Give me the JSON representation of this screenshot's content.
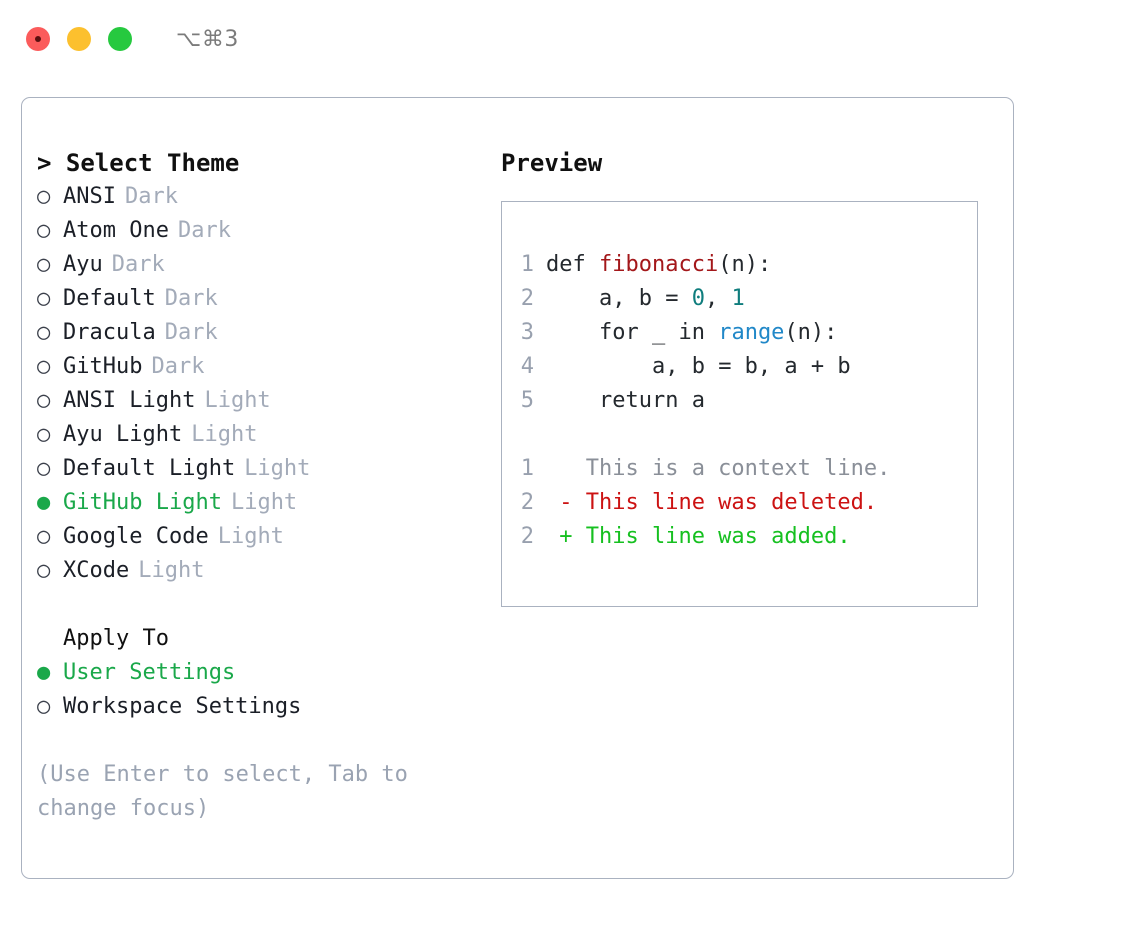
{
  "titlebar": {
    "shortcut": "⌥⌘3",
    "buttons": [
      {
        "name": "close",
        "color": "#fb5b5b"
      },
      {
        "name": "minimize",
        "color": "#fcc02e"
      },
      {
        "name": "maximize",
        "color": "#26c93f"
      }
    ]
  },
  "theme_picker": {
    "title": "> Select Theme",
    "marker_unselected": "○",
    "marker_selected": "●",
    "items": [
      {
        "label": "ANSI",
        "tag": "Dark",
        "selected": false
      },
      {
        "label": "Atom One",
        "tag": "Dark",
        "selected": false
      },
      {
        "label": "Ayu",
        "tag": "Dark",
        "selected": false
      },
      {
        "label": "Default",
        "tag": "Dark",
        "selected": false
      },
      {
        "label": "Dracula",
        "tag": "Dark",
        "selected": false
      },
      {
        "label": "GitHub",
        "tag": "Dark",
        "selected": false
      },
      {
        "label": "ANSI Light",
        "tag": "Light",
        "selected": false
      },
      {
        "label": "Ayu Light",
        "tag": "Light",
        "selected": false
      },
      {
        "label": "Default Light",
        "tag": "Light",
        "selected": false
      },
      {
        "label": "GitHub Light",
        "tag": "Light",
        "selected": true
      },
      {
        "label": "Google Code",
        "tag": "Light",
        "selected": false
      },
      {
        "label": "XCode",
        "tag": "Light",
        "selected": false
      }
    ]
  },
  "apply_to": {
    "title": "Apply To",
    "items": [
      {
        "label": "User Settings",
        "selected": true
      },
      {
        "label": "Workspace Settings",
        "selected": false
      }
    ]
  },
  "hint": "(Use Enter to select, Tab to change focus)",
  "preview": {
    "title": "Preview",
    "code_lines": [
      {
        "no": "1",
        "indent": "",
        "parts": [
          {
            "text": "def ",
            "style": "plain"
          },
          {
            "text": "fibonacci",
            "style": "fn"
          },
          {
            "text": "(n):",
            "style": "plain"
          }
        ]
      },
      {
        "no": "2",
        "indent": "    ",
        "parts": [
          {
            "text": "a, b = ",
            "style": "plain"
          },
          {
            "text": "0",
            "style": "num"
          },
          {
            "text": ", ",
            "style": "plain"
          },
          {
            "text": "1",
            "style": "num"
          }
        ]
      },
      {
        "no": "3",
        "indent": "    ",
        "parts": [
          {
            "text": "for _ in ",
            "style": "plain"
          },
          {
            "text": "range",
            "style": "call"
          },
          {
            "text": "(n):",
            "style": "plain"
          }
        ]
      },
      {
        "no": "4",
        "indent": "        ",
        "parts": [
          {
            "text": "a, b = b, a + b",
            "style": "plain"
          }
        ]
      },
      {
        "no": "5",
        "indent": "    ",
        "parts": [
          {
            "text": "return a",
            "style": "plain"
          }
        ]
      }
    ],
    "diff_lines": [
      {
        "no": "1",
        "sign": "  ",
        "text": "This is a context line.",
        "kind": "context"
      },
      {
        "no": "2",
        "sign": "- ",
        "text": "This line was deleted.",
        "kind": "del"
      },
      {
        "no": "2",
        "sign": "+ ",
        "text": "This line was added.",
        "kind": "add"
      }
    ]
  },
  "colors": {
    "selected_green": "#1aa84a",
    "tag_gray": "#a3abb9",
    "hint_gray": "#9aa3b2",
    "border": "#aab2c0",
    "code_fn": "#a3171a",
    "code_num": "#0f7d7d",
    "code_call": "#2188c8",
    "diff_del": "#cc1212",
    "diff_add": "#16c020",
    "diff_context": "#8a8f98",
    "lineno": "#98a0ae"
  }
}
